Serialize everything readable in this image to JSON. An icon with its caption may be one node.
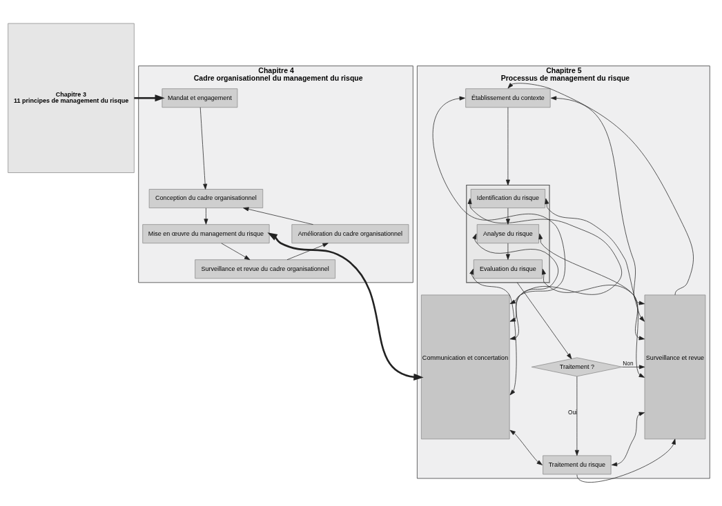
{
  "diagram": {
    "nodes": [
      {
        "text": [
          "Chapitre 3",
          "11 principes de management du risque"
        ]
      },
      {
        "text": [
          "Chapitre 4",
          "Cadre organisationnel du management du risque"
        ]
      },
      {
        "text": [
          "Mandat et engagement"
        ],
        "in": 1
      },
      {
        "text": [
          "Conception du cadre organisationnel"
        ],
        "in": 1
      },
      {
        "text": [
          "Mise en œuvre du management du risque"
        ],
        "in": 1
      },
      {
        "text": [
          "Surveillance et revue du cadre organisationnel"
        ],
        "in": 1
      },
      {
        "text": [
          "Amélioration du cadre organisationnel"
        ],
        "in": 1
      },
      {
        "text": [
          "Chapitre 5",
          "Processus de management du risque"
        ]
      },
      {
        "text": [
          "Communication et concertation"
        ],
        "in": 7
      },
      {
        "text": [
          "Établissement du contexte"
        ],
        "in": 7
      },
      {
        "text": [],
        "shape": "box",
        "in": 7
      },
      {
        "text": [
          "Identification du risque"
        ],
        "in": 10
      },
      {
        "text": [
          "Analyse du risque"
        ],
        "in": 10
      },
      {
        "text": [
          "Evaluation du risque"
        ],
        "in": 10
      },
      {
        "text": [
          "Traitement ?"
        ],
        "in": 7
      },
      {
        "text": [
          "Traitement du risque"
        ],
        "in": 7
      },
      {
        "text": [
          "Surveillance et revue"
        ],
        "in": 7
      }
    ],
    "edges": [
      {
        "from": 0,
        "to": 2,
        "arrow": "to",
        "style": "thick"
      },
      {
        "from": 2,
        "to": 3,
        "arrow": "to"
      },
      {
        "from": 3,
        "to": 4,
        "arrow": "to"
      },
      {
        "from": 4,
        "to": 5,
        "arrow": "to"
      },
      {
        "from": 5,
        "to": 6,
        "arrow": "to"
      },
      {
        "from": 6,
        "to": 3,
        "arrow": "to"
      },
      {
        "from": 4,
        "to": 8,
        "arrow": "both",
        "style": "thick"
      },
      {
        "from": 16,
        "to": 9,
        "arrow": "to"
      },
      {
        "from": 9,
        "to": 10,
        "arrow": "to"
      },
      {
        "from": 11,
        "to": 12,
        "arrow": "to"
      },
      {
        "from": 12,
        "to": 13,
        "arrow": "to"
      },
      {
        "from": 10,
        "to": 14,
        "arrow": "to"
      },
      {
        "from": 14,
        "to": 16,
        "arrow": "to",
        "label": "Non"
      },
      {
        "from": 14,
        "to": 15,
        "arrow": "to",
        "label": "Oui"
      },
      {
        "from": 15,
        "to": 16,
        "arrow": "to"
      },
      {
        "from": 8,
        "to": 9,
        "arrow": "both"
      },
      {
        "from": 8,
        "to": 11,
        "arrow": "both"
      },
      {
        "from": 8,
        "to": 12,
        "arrow": "both"
      },
      {
        "from": 8,
        "to": 13,
        "arrow": "both"
      },
      {
        "from": 8,
        "to": 15,
        "arrow": "both"
      },
      {
        "from": 9,
        "to": 16,
        "arrow": "both"
      },
      {
        "from": 11,
        "to": 16,
        "arrow": "both"
      },
      {
        "from": 12,
        "to": 16,
        "arrow": "both"
      },
      {
        "from": 13,
        "to": 16,
        "arrow": "both"
      },
      {
        "from": 15,
        "to": 16,
        "arrow": "both"
      }
    ]
  }
}
